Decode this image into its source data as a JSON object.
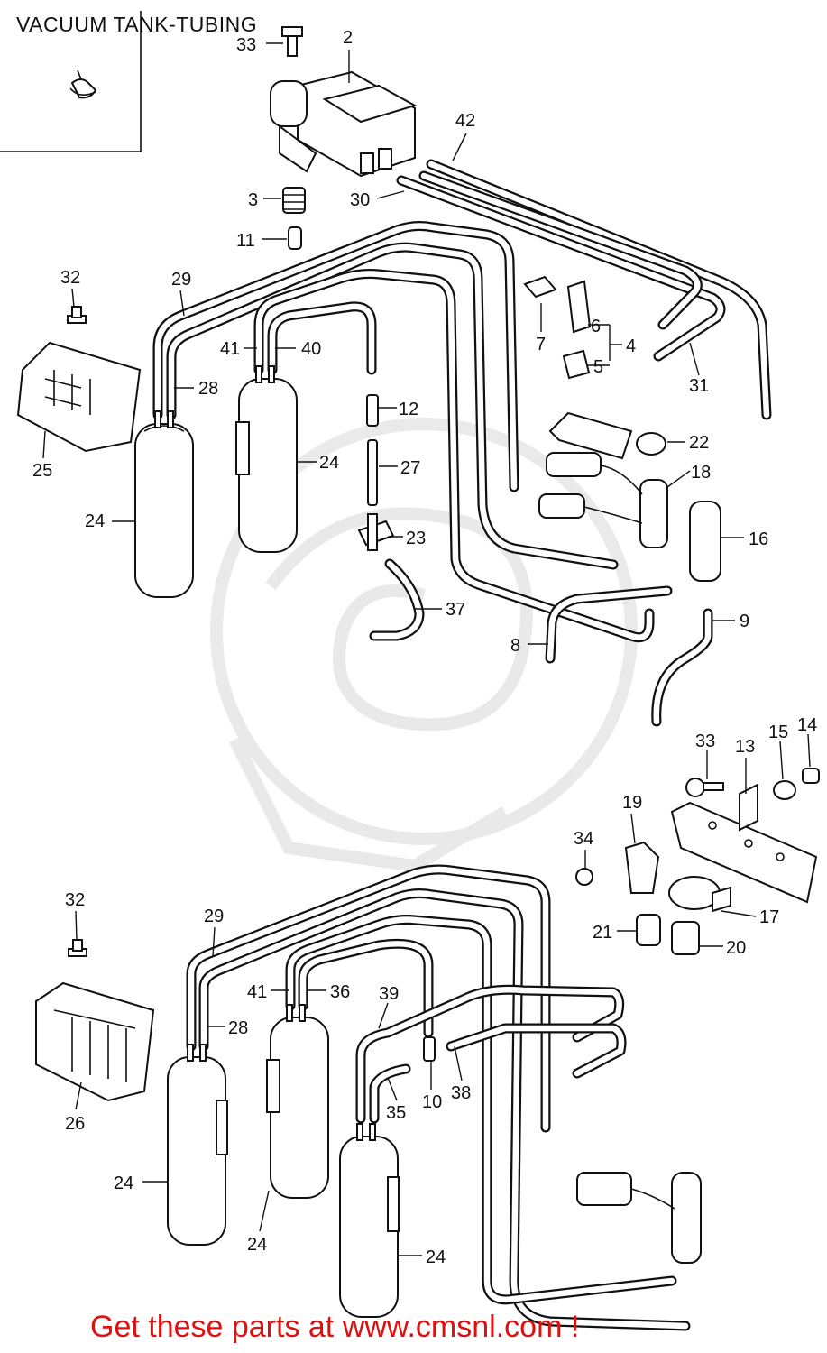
{
  "title": "VACUUM TANK-TUBING",
  "promo": "Get these parts at www.cmsnl.com !",
  "colors": {
    "promo": "#dd1111",
    "ink": "#111111",
    "background": "#ffffff"
  },
  "callouts": [
    {
      "id": "c33a",
      "text": "33"
    },
    {
      "id": "c2",
      "text": "2"
    },
    {
      "id": "c42",
      "text": "42"
    },
    {
      "id": "c30",
      "text": "30"
    },
    {
      "id": "c3",
      "text": "3"
    },
    {
      "id": "c11",
      "text": "11"
    },
    {
      "id": "c32a",
      "text": "32"
    },
    {
      "id": "c29a",
      "text": "29"
    },
    {
      "id": "c7",
      "text": "7"
    },
    {
      "id": "c6",
      "text": "6"
    },
    {
      "id": "c4",
      "text": "4"
    },
    {
      "id": "c5",
      "text": "5"
    },
    {
      "id": "c31",
      "text": "31"
    },
    {
      "id": "c41a",
      "text": "41"
    },
    {
      "id": "c40",
      "text": "40"
    },
    {
      "id": "c28a",
      "text": "28"
    },
    {
      "id": "c12",
      "text": "12"
    },
    {
      "id": "c22",
      "text": "22"
    },
    {
      "id": "c25",
      "text": "25"
    },
    {
      "id": "c24a",
      "text": "24"
    },
    {
      "id": "c27",
      "text": "27"
    },
    {
      "id": "c18",
      "text": "18"
    },
    {
      "id": "c24b",
      "text": "24"
    },
    {
      "id": "c23",
      "text": "23"
    },
    {
      "id": "c16",
      "text": "16"
    },
    {
      "id": "c37",
      "text": "37"
    },
    {
      "id": "c9",
      "text": "9"
    },
    {
      "id": "c8",
      "text": "8"
    },
    {
      "id": "c33b",
      "text": "33"
    },
    {
      "id": "c13",
      "text": "13"
    },
    {
      "id": "c15",
      "text": "15"
    },
    {
      "id": "c14",
      "text": "14"
    },
    {
      "id": "c19",
      "text": "19"
    },
    {
      "id": "c34",
      "text": "34"
    },
    {
      "id": "c17",
      "text": "17"
    },
    {
      "id": "c21",
      "text": "21"
    },
    {
      "id": "c20",
      "text": "20"
    },
    {
      "id": "c32b",
      "text": "32"
    },
    {
      "id": "c29b",
      "text": "29"
    },
    {
      "id": "c41b",
      "text": "41"
    },
    {
      "id": "c36",
      "text": "36"
    },
    {
      "id": "c39",
      "text": "39"
    },
    {
      "id": "c28b",
      "text": "28"
    },
    {
      "id": "c10",
      "text": "10"
    },
    {
      "id": "c38",
      "text": "38"
    },
    {
      "id": "c35",
      "text": "35"
    },
    {
      "id": "c26",
      "text": "26"
    },
    {
      "id": "c24c",
      "text": "24"
    },
    {
      "id": "c24d",
      "text": "24"
    },
    {
      "id": "c24e",
      "text": "24"
    }
  ]
}
